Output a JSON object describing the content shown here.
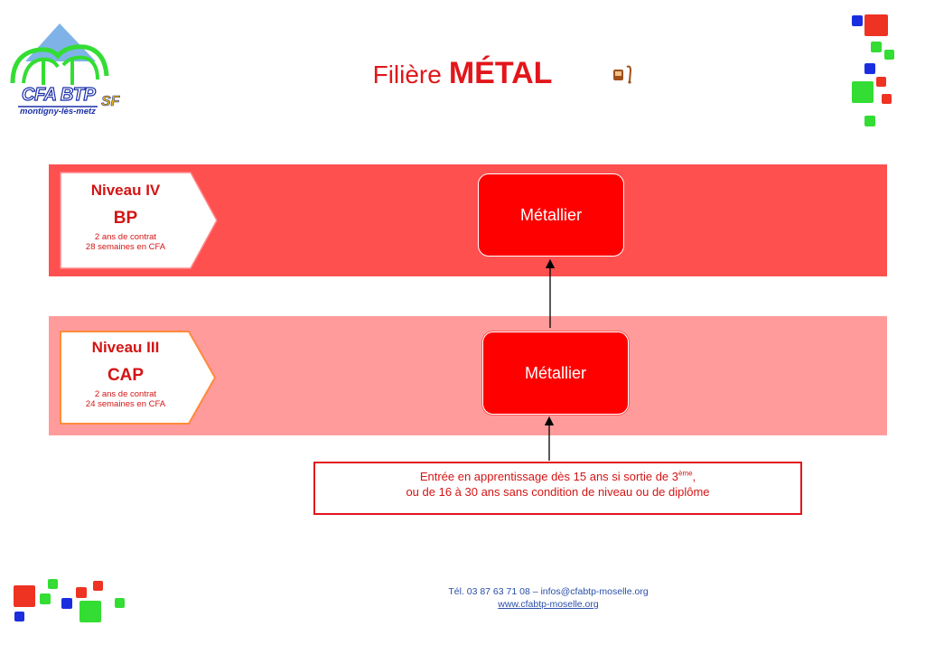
{
  "logo": {
    "name": "CFA BTP",
    "city": "montigny-lès-metz",
    "suffix": "SF"
  },
  "title": {
    "prefix": "Filière",
    "main": "MÉTAL"
  },
  "levels": [
    {
      "name": "Niveau IV",
      "diploma": "BP",
      "duration": "2 ans de contrat",
      "training": "28 semaines en CFA",
      "job": "Métallier"
    },
    {
      "name": "Niveau III",
      "diploma": "CAP",
      "duration": "2 ans de contrat",
      "training": "24 semaines en CFA",
      "job": "Métallier"
    }
  ],
  "entry": {
    "line1_before": "Entrée en apprentissage dès 15 ans si sortie de 3",
    "line1_sup": "ème",
    "line1_after": ",",
    "line2": "ou de 16 à 30 ans sans condition de niveau ou de diplôme"
  },
  "footer": {
    "contact": "Tél. 03 87 63 71 08 – infos@cfabtp-moselle.org",
    "website": "www.cfabtp-moselle.org"
  },
  "colors": {
    "accent_red": "#e2161b",
    "band_dark": "#ff5050",
    "band_light": "#ff9b9b",
    "deco_green": "#33dd33",
    "deco_blue": "#1a2ee0"
  }
}
